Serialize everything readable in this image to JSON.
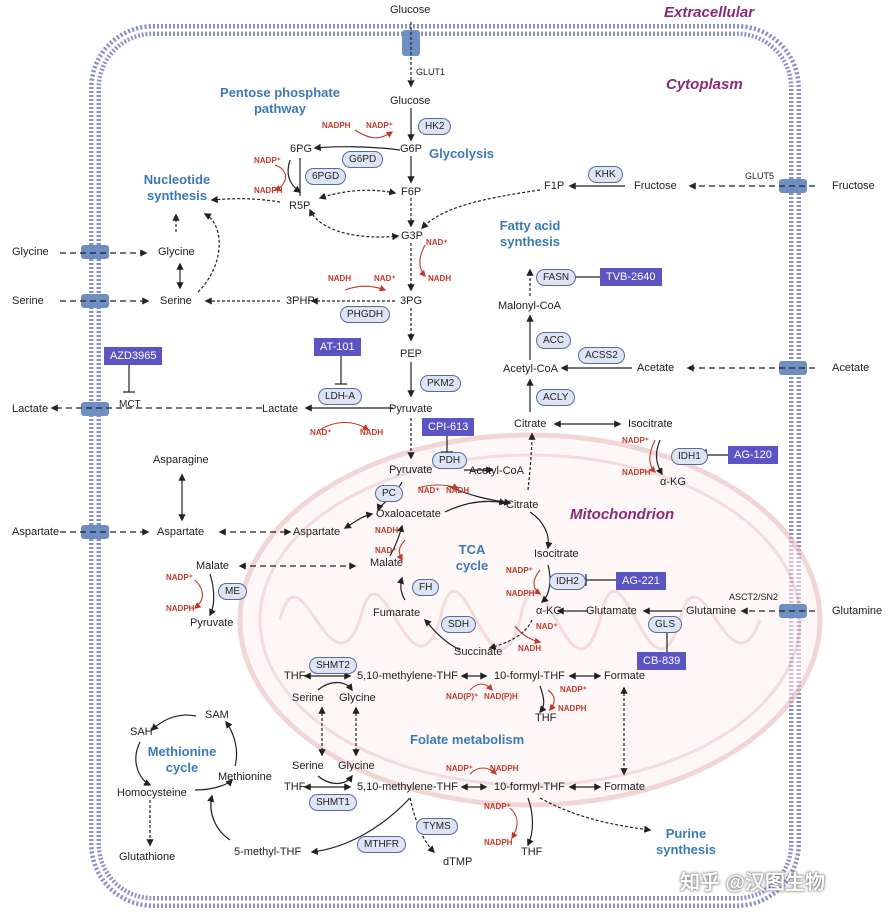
{
  "compartments": {
    "extracellular": "Extracellular",
    "cytoplasm": "Cytoplasm",
    "mitochondrion": "Mitochondrion"
  },
  "pathways": {
    "ppp_1": "Pentose phosphate",
    "ppp_2": "pathway",
    "glycolysis": "Glycolysis",
    "nucleotide_1": "Nucleotide",
    "nucleotide_2": "synthesis",
    "fatty_1": "Fatty acid",
    "fatty_2": "synthesis",
    "tca_1": "TCA",
    "tca_2": "cycle",
    "methionine_1": "Methionine",
    "methionine_2": "cycle",
    "folate": "Folate metabolism",
    "purine_1": "Purine",
    "purine_2": "synthesis"
  },
  "metabolites": {
    "glucose_out": "Glucose",
    "glut1": "GLUT1",
    "glucose_in": "Glucose",
    "g6p": "G6P",
    "f6p": "F6P",
    "g3p": "G3P",
    "pg3": "3PG",
    "pep": "PEP",
    "pyruvate": "Pyruvate",
    "pg6": "6PG",
    "r5p": "R5P",
    "php3": "3PHP",
    "f1p": "F1P",
    "fructose_in": "Fructose",
    "fructose_out": "Fructose",
    "glut5": "GLUT5",
    "glycine_out": "Glycine",
    "glycine_in": "Glycine",
    "serine_out": "Serine",
    "serine_in": "Serine",
    "lactate_out": "Lactate",
    "lactate_in": "Lactate",
    "mct": "MCT",
    "malonyl": "Malonyl-CoA",
    "acetylcoa": "Acetyl-CoA",
    "acetate_in": "Acetate",
    "acetate_out": "Acetate",
    "citrate_cyto": "Citrate",
    "isocitrate_cyto": "Isocitrate",
    "akg_cyto": "α-KG",
    "asparagine": "Asparagine",
    "aspartate_out": "Aspartate",
    "aspartate_in": "Aspartate",
    "aspartate_mito": "Aspartate",
    "malate_cyto": "Malate",
    "pyruvate_cyto2": "Pyruvate",
    "pyruvate_mito": "Pyruvate",
    "acetylcoa_mito": "Acetyl-CoA",
    "oaa": "Oxaloacetate",
    "citrate_mito": "Citrate",
    "malate_mito": "Malate",
    "isocitrate_mito": "Isocitrate",
    "fumarate": "Fumarate",
    "akg_mito": "α-KG",
    "succinate": "Succinate",
    "glutamate": "Glutamate",
    "glutamine_in": "Glutamine",
    "glutamine_out": "Glutamine",
    "asct2": "ASCT2/SN2",
    "thf_m": "THF",
    "methylene_m": "5,10-methylene-THF",
    "formyl_m": "10-formyl-THF",
    "formate_m": "Formate",
    "serine_m": "Serine",
    "glycine_m": "Glycine",
    "thf_m2": "THF",
    "sam": "SAM",
    "sah": "SAH",
    "methionine": "Methionine",
    "homocysteine": "Homocysteine",
    "glutathione": "Glutathione",
    "methylthf": "5-methyl-THF",
    "serine_c": "Serine",
    "glycine_c": "Glycine",
    "thf_c": "THF",
    "methylene_c": "5,10-methylene-THF",
    "formyl_c": "10-formyl-THF",
    "formate_c": "Formate",
    "thf_c2": "THF",
    "dtmp": "dTMP"
  },
  "enzymes": {
    "hk2": "HK2",
    "g6pd": "G6PD",
    "pgd6": "6PGD",
    "phgdh": "PHGDH",
    "pkm2": "PKM2",
    "ldha": "LDH-A",
    "khk": "KHK",
    "fasn": "FASN",
    "acc": "ACC",
    "acss2": "ACSS2",
    "acly": "ACLY",
    "idh1": "IDH1",
    "pdh": "PDH",
    "pc": "PC",
    "me": "ME",
    "fh": "FH",
    "idh2": "IDH2",
    "sdh": "SDH",
    "gls": "GLS",
    "shmt2": "SHMT2",
    "shmt1": "SHMT1",
    "tyms": "TYMS",
    "mthfr": "MTHFR"
  },
  "drugs": {
    "azd3965": "AZD3965",
    "at101": "AT-101",
    "cpi613": "CPI-613",
    "tvb2640": "TVB-2640",
    "ag120": "AG-120",
    "ag221": "AG-221",
    "cb839": "CB-839"
  },
  "cofactors": {
    "ppp_nadph": "NADPH",
    "ppp_nadp": "NADP⁺",
    "pgd_nadp": "NADP⁺",
    "pgd_nadph": "NADPH",
    "g3p_nad": "NAD⁺",
    "g3p_nadh": "NADH",
    "phg_nadh": "NADH",
    "phg_nad": "NAD⁺",
    "ldh_nad": "NAD⁺",
    "ldh_nadh": "NADH",
    "pdh_nad": "NAD⁺",
    "pdh_nadh": "NADH",
    "idh1_nadp": "NADP⁺",
    "idh1_nadph": "NADPH",
    "mdh_nadh": "NADH",
    "mdh_nad": "NAD⁺",
    "me_nadp": "NADP⁺",
    "me_nadph": "NADPH",
    "idh2_nadp": "NADP⁺",
    "idh2_nadph": "NADPH",
    "akg_nad": "NAD⁺",
    "akg_nadh": "NADH",
    "fol_m_nadp": "NAD(P)⁺",
    "fol_m_nadph": "NAD(P)H",
    "ff_m_nadp": "NADP⁺",
    "ff_m_nadph": "NADPH",
    "fol_c_nadp": "NADP⁺",
    "fol_c_nadph": "NADPH",
    "ff_c_nadp": "NADP⁺",
    "ff_c_nadph": "NADPH"
  },
  "watermark": "知乎 @汉图生物",
  "colors": {
    "membrane": "#8a8fc8",
    "transporter": "#6f8fc4",
    "drug": "#5b55c4",
    "pathway_title": "#3d7ab5",
    "compartment": "#8c2a7a",
    "cofactor": "#c0392b"
  }
}
